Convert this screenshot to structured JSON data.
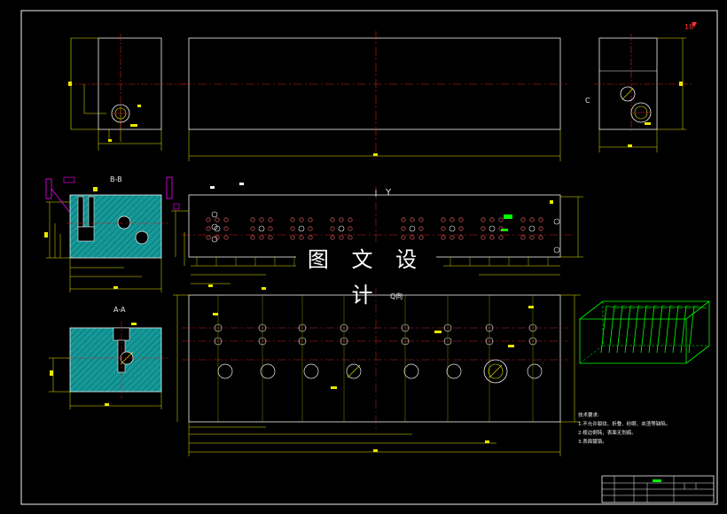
{
  "drawing": {
    "section_labels": {
      "bb": "B-B",
      "aa": "A-A",
      "c": "C",
      "view_y": "Y"
    },
    "watermark_text": "图 文 设 计",
    "plan_label": "Q向",
    "tech_notes": {
      "title": "技术要求:",
      "items": [
        "1.不允许裂纹、折叠、砂眼、夹渣等缺陷。",
        "2.棱边倒钝，表面无划痕。",
        "3.表面镀铬。"
      ]
    },
    "colors": {
      "background": "#000000",
      "outline": "#f2f2f2",
      "dimension": "#e8e800",
      "centerline": "#d02020",
      "section_fill": "#1aa3a3",
      "iso": "#00ff00",
      "magenta": "#ff00ff"
    }
  }
}
